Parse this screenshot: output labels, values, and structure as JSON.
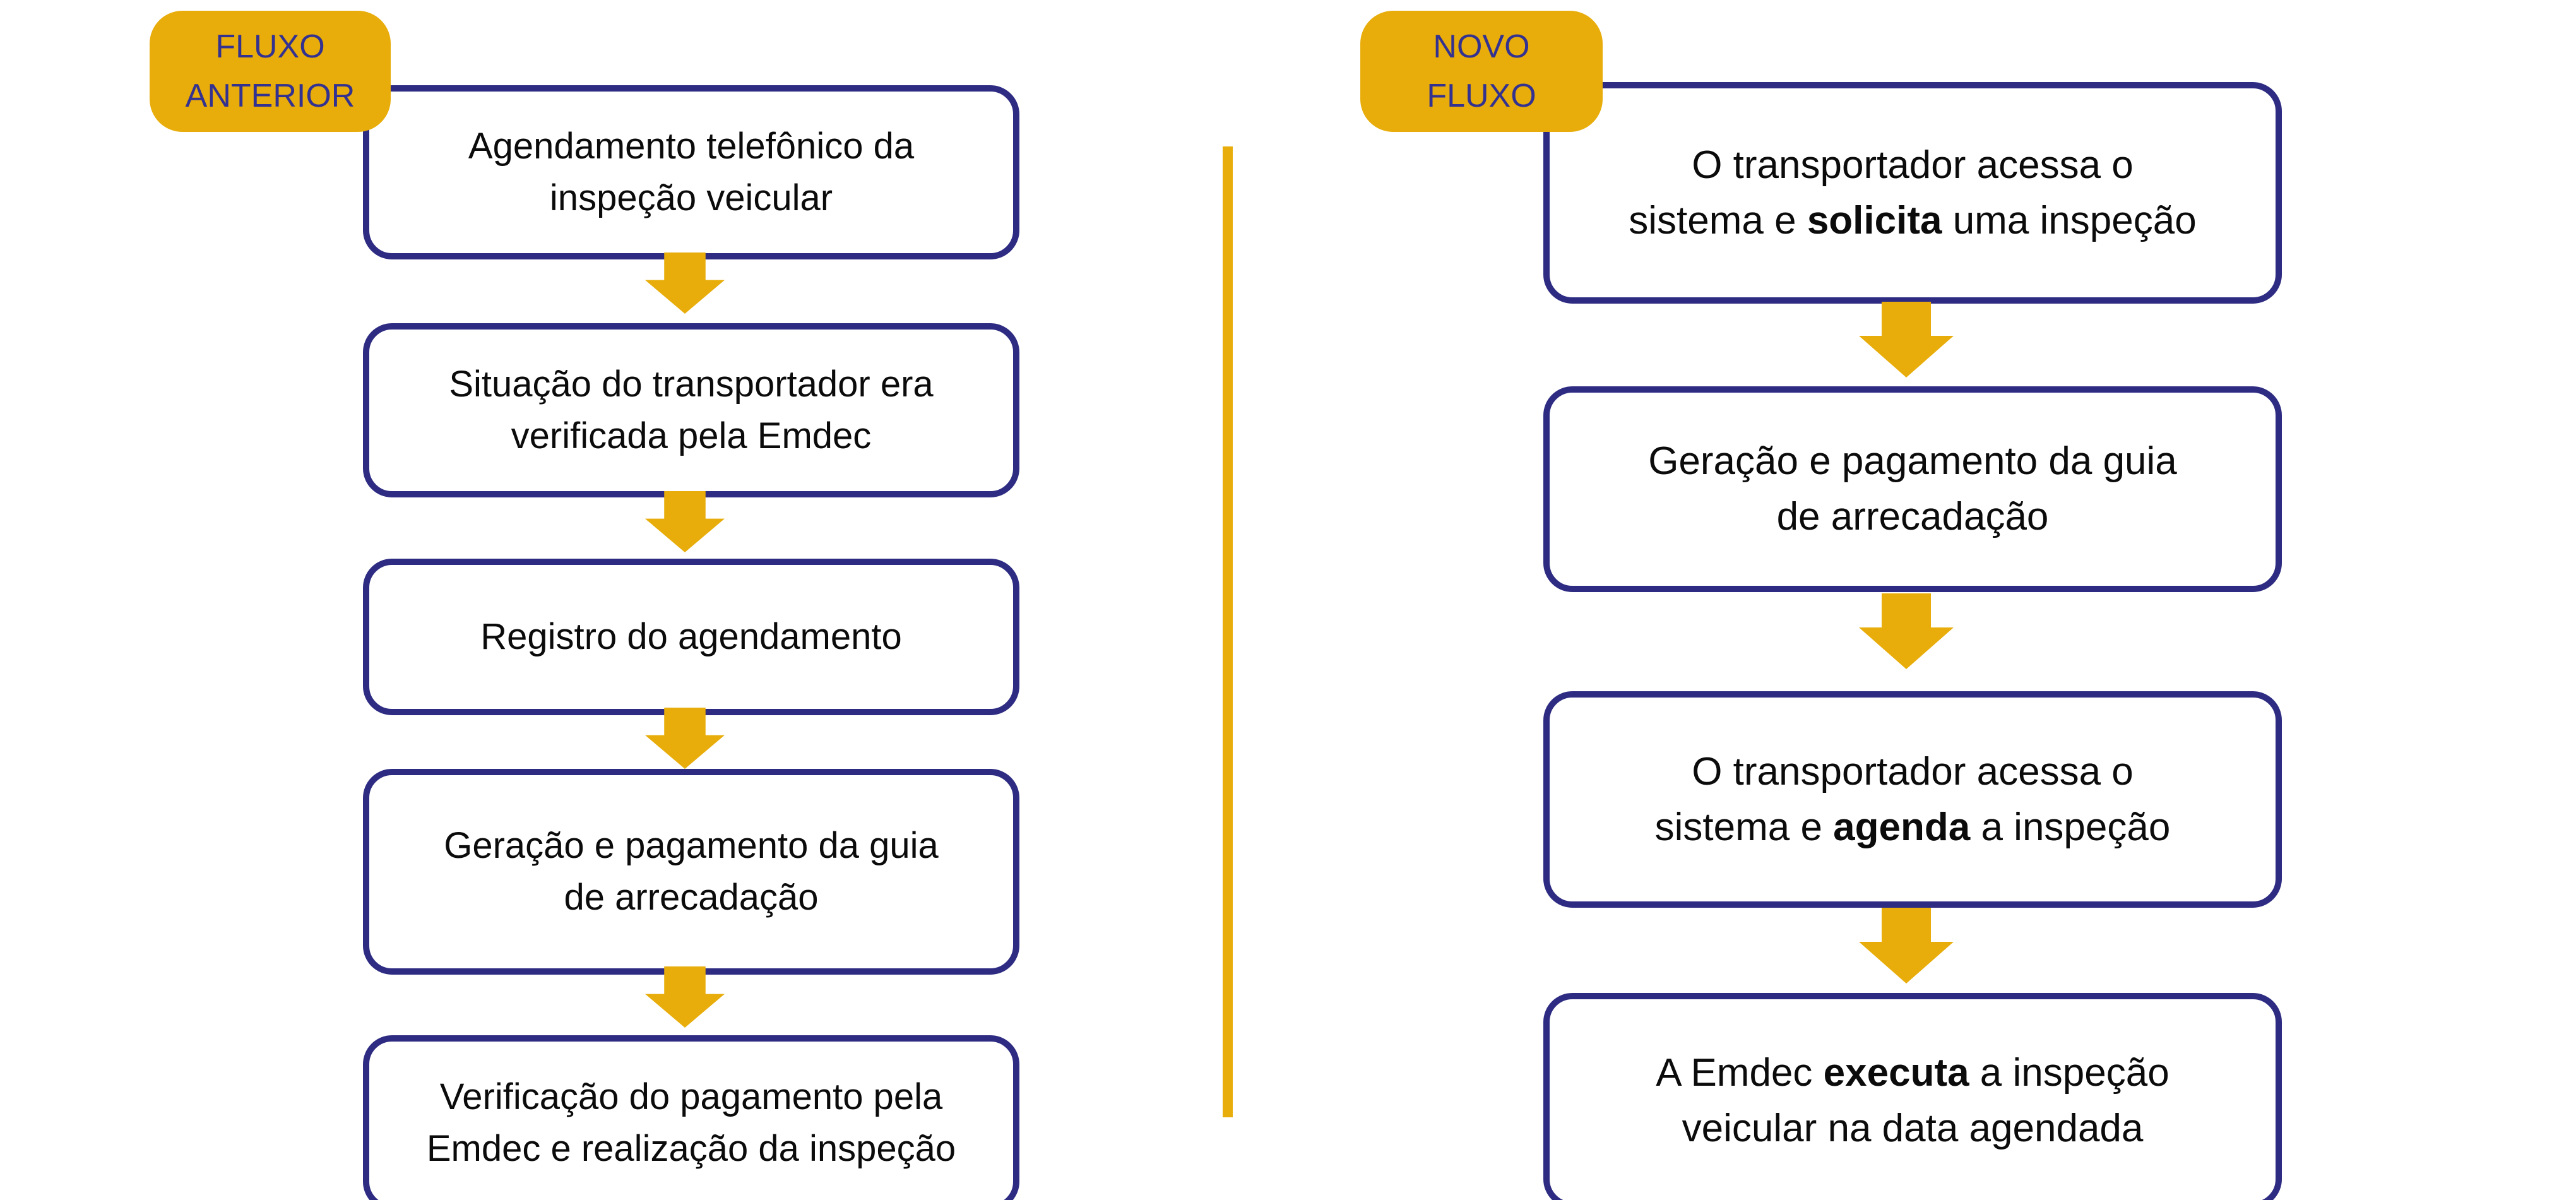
{
  "colors": {
    "gold": "#E8AD0A",
    "indigo": "#2E2C82",
    "badge_text": "#343290",
    "step_text": "#0B0B0B",
    "bg": "#FFFFFF"
  },
  "left_flow": {
    "badge_lines": [
      "FLUXO",
      "ANTERIOR"
    ],
    "steps": [
      {
        "lines": [
          "Agendamento telefônico da",
          "inspeção veicular"
        ]
      },
      {
        "lines": [
          "Situação do transportador era",
          "verificada pela Emdec"
        ]
      },
      {
        "lines": [
          "Registro do agendamento"
        ]
      },
      {
        "lines": [
          "Geração e pagamento da guia",
          "de arrecadação"
        ]
      },
      {
        "lines": [
          "Verificação do pagamento pela",
          "Emdec e realização da inspeção"
        ]
      }
    ]
  },
  "right_flow": {
    "badge_lines": [
      "NOVO",
      "FLUXO"
    ],
    "steps": [
      {
        "lines": [
          [
            {
              "text": "O transportador acessa o",
              "bold": false
            }
          ],
          [
            {
              "text": "sistema e ",
              "bold": false
            },
            {
              "text": "solicita",
              "bold": true
            },
            {
              "text": " uma inspeção",
              "bold": false
            }
          ]
        ]
      },
      {
        "lines": [
          [
            {
              "text": "Geração e pagamento da guia",
              "bold": false
            }
          ],
          [
            {
              "text": "de arrecadação",
              "bold": false
            }
          ]
        ]
      },
      {
        "lines": [
          [
            {
              "text": "O transportador acessa o",
              "bold": false
            }
          ],
          [
            {
              "text": "sistema e ",
              "bold": false
            },
            {
              "text": "agenda",
              "bold": true
            },
            {
              "text": " a inspeção",
              "bold": false
            }
          ]
        ]
      },
      {
        "lines": [
          [
            {
              "text": "A Emdec ",
              "bold": false
            },
            {
              "text": "executa",
              "bold": true
            },
            {
              "text": " a inspeção",
              "bold": false
            }
          ],
          [
            {
              "text": "veicular na data agendada",
              "bold": false
            }
          ]
        ]
      }
    ]
  }
}
